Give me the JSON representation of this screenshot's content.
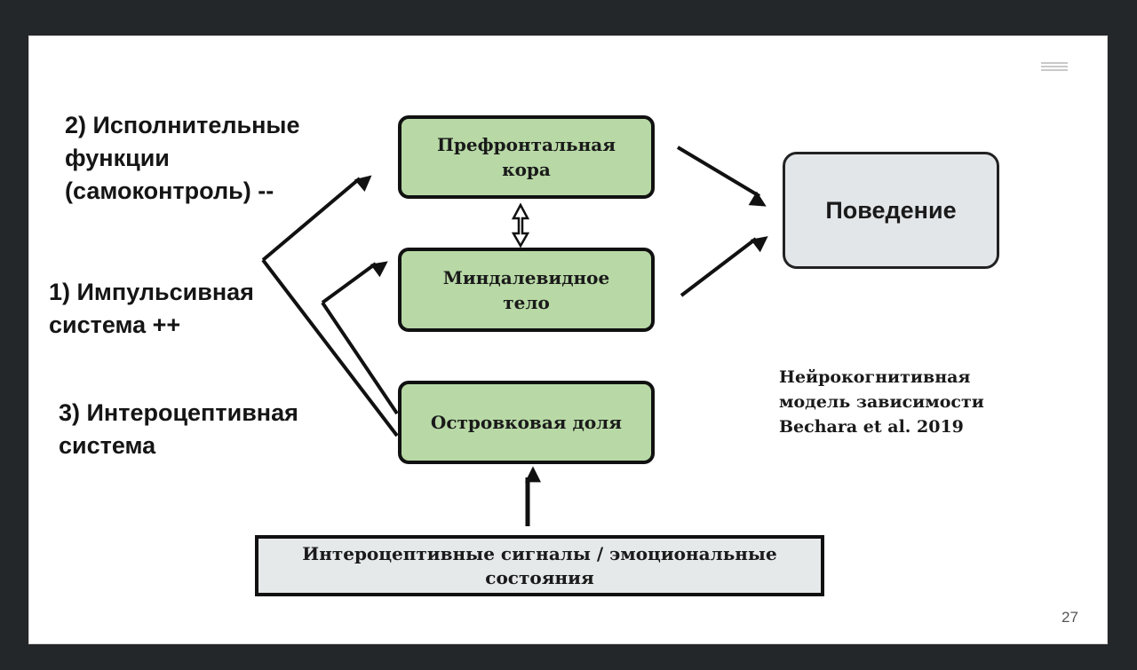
{
  "labels": {
    "executive": "2) Исполнительные\nфункции\n(самоконтроль) --",
    "impulsive": "1) Импульсивная\nсистема ++",
    "interoceptive": "3) Интероцептивная\nсистема"
  },
  "boxes": {
    "prefrontal": "Префронтальная\nкора",
    "amygdala": "Миндалевидное\nтело",
    "insula": "Островковая доля",
    "behavior": "Поведение",
    "signals": "Интероцептивные сигналы / эмоциональные\nсостояния"
  },
  "citation": "Нейрокогнитивная\nмодель зависимости\nBechara et al. 2019",
  "page_number": "27",
  "colors": {
    "node_fill": "#b8d9a6",
    "behavior_fill": "#e3e6e9",
    "signals_fill": "#e6e9ea"
  }
}
